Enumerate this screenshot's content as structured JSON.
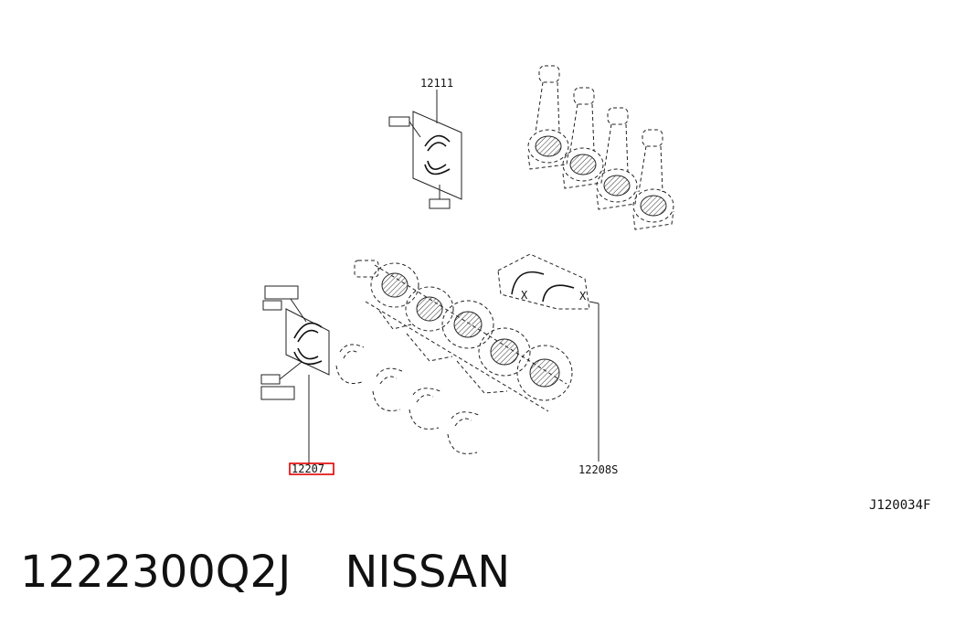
{
  "diagram": {
    "callouts": {
      "upper_bearing": "12111",
      "main_bearing": "12207",
      "thrust_washer": "12208S"
    },
    "figure_code": "J120034F",
    "thrust_marks": [
      "X",
      "X"
    ],
    "highlight_color": "#e00000"
  },
  "caption": {
    "part_number": "1222300Q2J",
    "brand": "NISSAN"
  }
}
